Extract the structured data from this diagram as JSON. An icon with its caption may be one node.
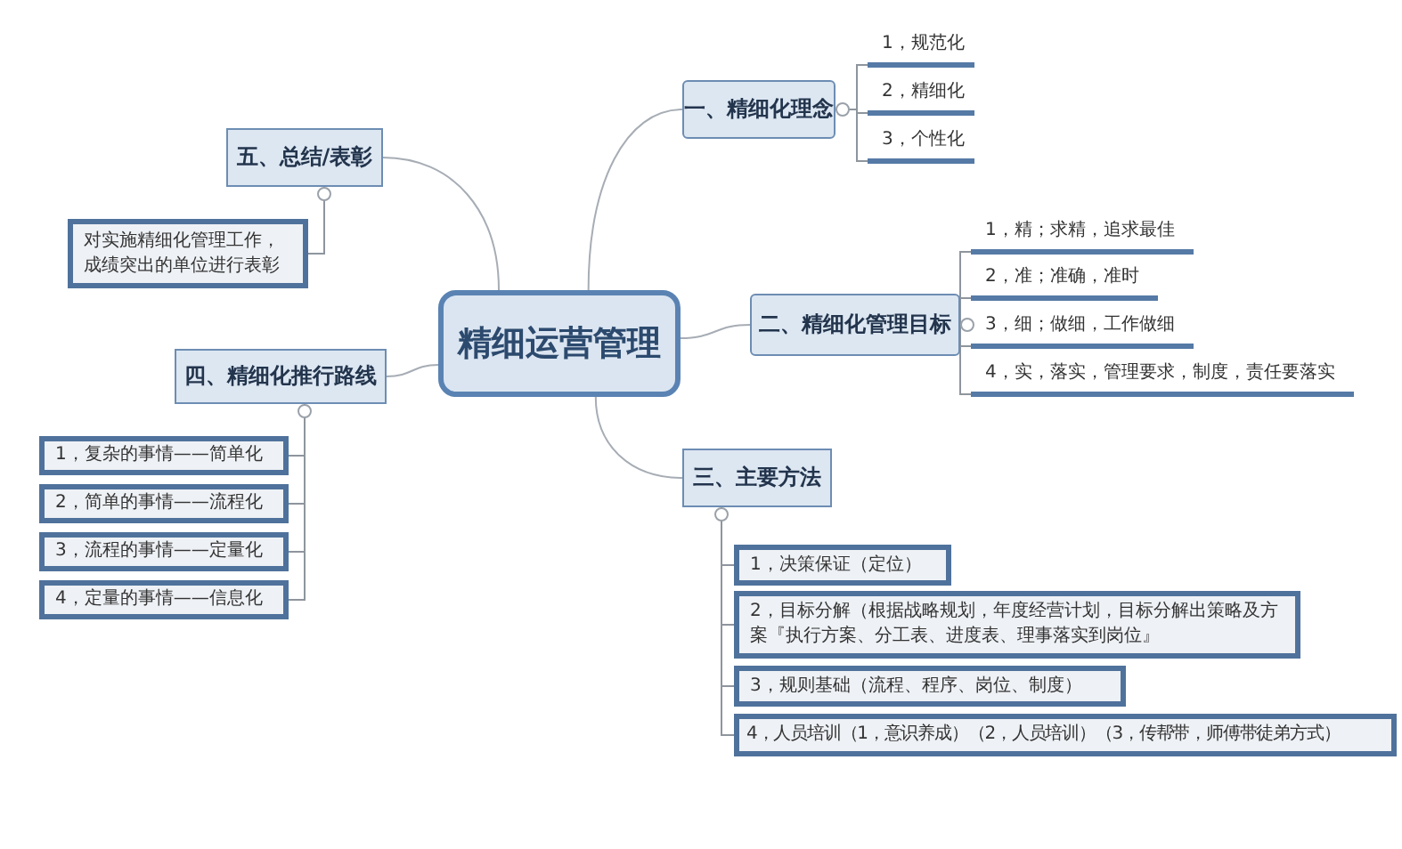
{
  "diagram": {
    "nodes": [
      {
        "text": [
          "精细运营管理"
        ]
      },
      {
        "text": [
          "一、精细化理念"
        ]
      },
      {
        "text": [
          "1，规范化"
        ]
      },
      {
        "text": [
          "2，精细化"
        ]
      },
      {
        "text": [
          "3，个性化"
        ]
      },
      {
        "text": [
          "二、精细化管理目标"
        ]
      },
      {
        "text": [
          "1，精；求精，追求最佳"
        ]
      },
      {
        "text": [
          "2，准；准确，准时"
        ]
      },
      {
        "text": [
          "3，细；做细，工作做细"
        ]
      },
      {
        "text": [
          "4，实，落实，管理要求，制度，责任要落实"
        ]
      },
      {
        "text": [
          "三、主要方法"
        ]
      },
      {
        "text": [
          "1，决策保证（定位）"
        ]
      },
      {
        "text": [
          "2，目标分解（根据战略规划，年度经营计划，目标分解出策略及方案『执行方案、分工表、进度表、理事落实到岗位』"
        ]
      },
      {
        "text": [
          "3，规则基础（流程、程序、岗位、制度）"
        ]
      },
      {
        "text": [
          "4，人员培训（1，意识养成）（2，人员培训）（3，传帮带，师傅带徒弟方式）"
        ]
      },
      {
        "text": [
          "四、精细化推行路线"
        ]
      },
      {
        "text": [
          "1，复杂的事情——简单化"
        ]
      },
      {
        "text": [
          "2，简单的事情——流程化"
        ]
      },
      {
        "text": [
          "3，流程的事情——定量化"
        ]
      },
      {
        "text": [
          "4，定量的事情——信息化"
        ]
      },
      {
        "text": [
          "五、总结/表彰"
        ]
      },
      {
        "text": [
          "对实施精细化管理工作，成绩突出的单位进行表彰"
        ]
      }
    ],
    "edges": [
      {
        "from": 0,
        "to": 1,
        "arrow": "none"
      },
      {
        "from": 0,
        "to": 5,
        "arrow": "none"
      },
      {
        "from": 0,
        "to": 10,
        "arrow": "none"
      },
      {
        "from": 0,
        "to": 15,
        "arrow": "none"
      },
      {
        "from": 0,
        "to": 20,
        "arrow": "none"
      },
      {
        "from": 1,
        "to": 2,
        "arrow": "none"
      },
      {
        "from": 1,
        "to": 3,
        "arrow": "none"
      },
      {
        "from": 1,
        "to": 4,
        "arrow": "none"
      },
      {
        "from": 5,
        "to": 6,
        "arrow": "none"
      },
      {
        "from": 5,
        "to": 7,
        "arrow": "none"
      },
      {
        "from": 5,
        "to": 8,
        "arrow": "none"
      },
      {
        "from": 5,
        "to": 9,
        "arrow": "none"
      },
      {
        "from": 10,
        "to": 11,
        "arrow": "none"
      },
      {
        "from": 10,
        "to": 12,
        "arrow": "none"
      },
      {
        "from": 10,
        "to": 13,
        "arrow": "none"
      },
      {
        "from": 10,
        "to": 14,
        "arrow": "none"
      },
      {
        "from": 15,
        "to": 16,
        "arrow": "none"
      },
      {
        "from": 15,
        "to": 17,
        "arrow": "none"
      },
      {
        "from": 15,
        "to": 18,
        "arrow": "none"
      },
      {
        "from": 15,
        "to": 19,
        "arrow": "none"
      },
      {
        "from": 20,
        "to": 21,
        "arrow": "none"
      }
    ]
  }
}
